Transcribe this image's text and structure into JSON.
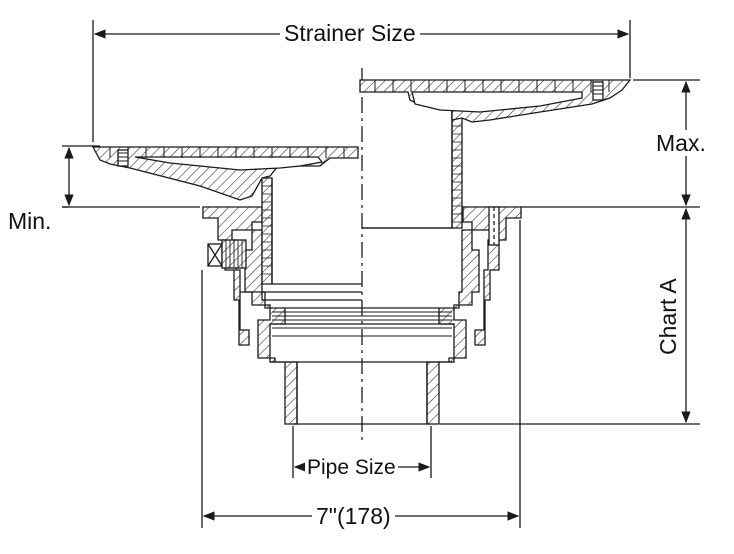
{
  "labels": {
    "strainer_size": "Strainer Size",
    "max": "Max.",
    "min": "Min.",
    "chart_a": "Chart A",
    "pipe_size": "Pipe Size",
    "overall_width": "7\"(178)"
  },
  "colors": {
    "line": "#1a1a1a",
    "hatch": "#3a3a3a",
    "background": "#ffffff"
  }
}
